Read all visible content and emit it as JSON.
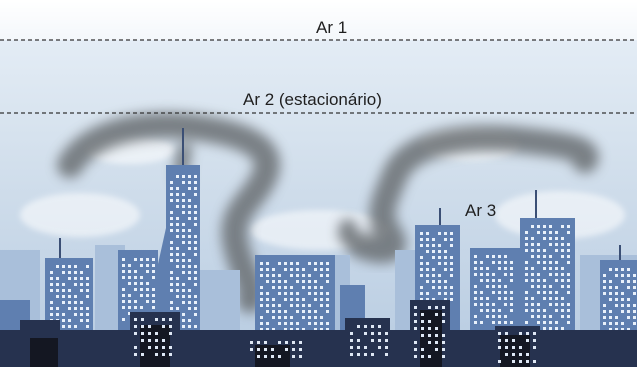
{
  "layers": [
    {
      "id": "ar1",
      "label": "Ar 1"
    },
    {
      "id": "ar2",
      "label": "Ar 2 (estacionário)"
    },
    {
      "id": "ar3",
      "label": "Ar 3"
    }
  ],
  "colors": {
    "sky_top": "#dfe9f3",
    "sky_mid": "#cfdcea",
    "sky_low": "#b9cde2",
    "boundary_line": "#333333",
    "smoke": "#6b6f73",
    "building_far": "#a9bfda",
    "building_mid": "#5f7fb0",
    "building_dark": "#26324f",
    "building_black": "#141722",
    "window": "#e9f1fb"
  }
}
